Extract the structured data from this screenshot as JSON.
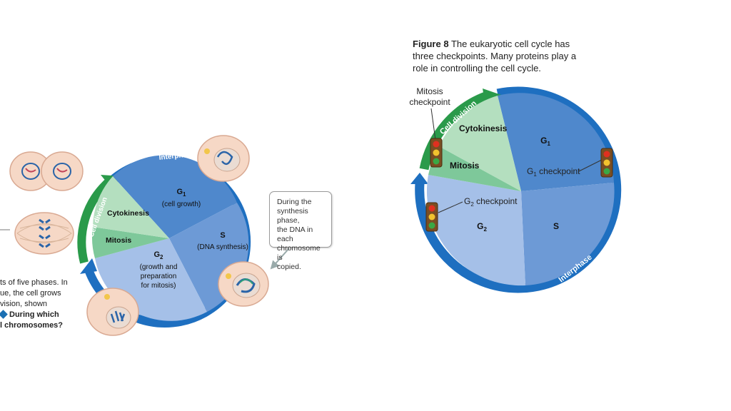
{
  "figure_caption": {
    "label": "Figure 8",
    "text": "The eukaryotic cell cycle has three checkpoints. Many proteins play a role in controlling the cell cycle."
  },
  "left_diagram": {
    "ring_labels": {
      "interphase": "Interphase",
      "cell_division": "Cell division"
    },
    "phases": {
      "g1": {
        "name": "G",
        "sub": "1",
        "desc": "(cell growth)"
      },
      "s": {
        "name": "S",
        "desc": "(DNA synthesis)"
      },
      "g2": {
        "name": "G",
        "sub": "2",
        "desc_lines": [
          "(growth and",
          "preparation",
          "for mitosis)"
        ]
      },
      "mitosis": {
        "name": "Mitosis"
      },
      "cytokinesis": {
        "name": "Cytokinesis"
      }
    },
    "callout_lines": [
      "During the",
      "synthesis phase,",
      "the DNA in each",
      "chromosome is",
      "copied."
    ],
    "text_fragments": [
      "ts of five phases. In",
      "ue, the cell grows",
      "vision, shown",
      "During which",
      "l chromosomes?"
    ]
  },
  "right_diagram": {
    "ring_labels": {
      "interphase": "Interphase",
      "cell_division": "Cell division"
    },
    "phases": {
      "g1": {
        "name": "G",
        "sub": "1"
      },
      "s": {
        "name": "S"
      },
      "g2": {
        "name": "G",
        "sub": "2"
      },
      "mitosis": {
        "name": "Mitosis"
      },
      "cytokinesis": {
        "name": "Cytokinesis"
      }
    },
    "checkpoints": {
      "mitosis": {
        "lines": [
          "Mitosis",
          "checkpoint"
        ]
      },
      "g1": {
        "pre": "G",
        "sub": "1",
        "post": " checkpoint"
      },
      "g2": {
        "pre": "G",
        "sub": "2",
        "post": " checkpoint"
      }
    }
  },
  "colors": {
    "ring_blue": "#1e6fc0",
    "ring_green": "#2a9a4a",
    "g1": "#4f88cc",
    "s": "#6d9ad6",
    "g2": "#a5c0e8",
    "mitosis": "#7ec89a",
    "cytokinesis": "#b4dfbf",
    "cell_fill": "#f6d8c6"
  },
  "icons": [
    "traffic-light-icon",
    "cell-illustration",
    "arrow-icon"
  ]
}
